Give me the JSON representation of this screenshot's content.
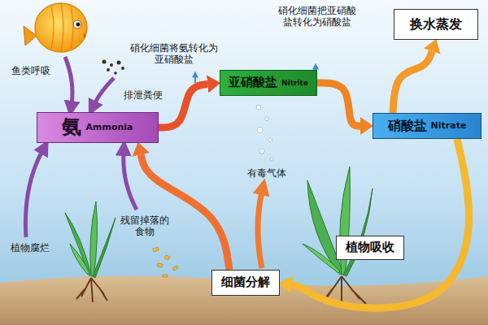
{
  "diagram": {
    "nodes": [
      {
        "text": [
          "氨",
          "Ammonia"
        ]
      },
      {
        "text": [
          "亚硝酸盐",
          "Nitrite"
        ]
      },
      {
        "text": [
          "硝酸盐",
          "Nitrate"
        ]
      },
      {
        "text": [
          "换水蒸发"
        ]
      },
      {
        "text": [
          "植物吸收"
        ]
      },
      {
        "text": [
          "细菌分解"
        ]
      }
    ],
    "edges": [
      {
        "from": 0,
        "to": 1,
        "arrow": "to"
      },
      {
        "from": 1,
        "to": 2,
        "arrow": "to"
      },
      {
        "from": 2,
        "to": 3,
        "arrow": "to"
      },
      {
        "from": 2,
        "to": 5,
        "arrow": "to"
      },
      {
        "from": 5,
        "to": 0,
        "arrow": "to"
      }
    ],
    "labels": [
      "鱼类呼吸",
      "排泄粪便",
      "硝化细菌将氨转化为亚硝酸盐",
      "硝化细菌把亚硝酸盐转化为硝酸盐",
      "有毒气体",
      "植物腐烂",
      "残留掉落的食物"
    ]
  }
}
